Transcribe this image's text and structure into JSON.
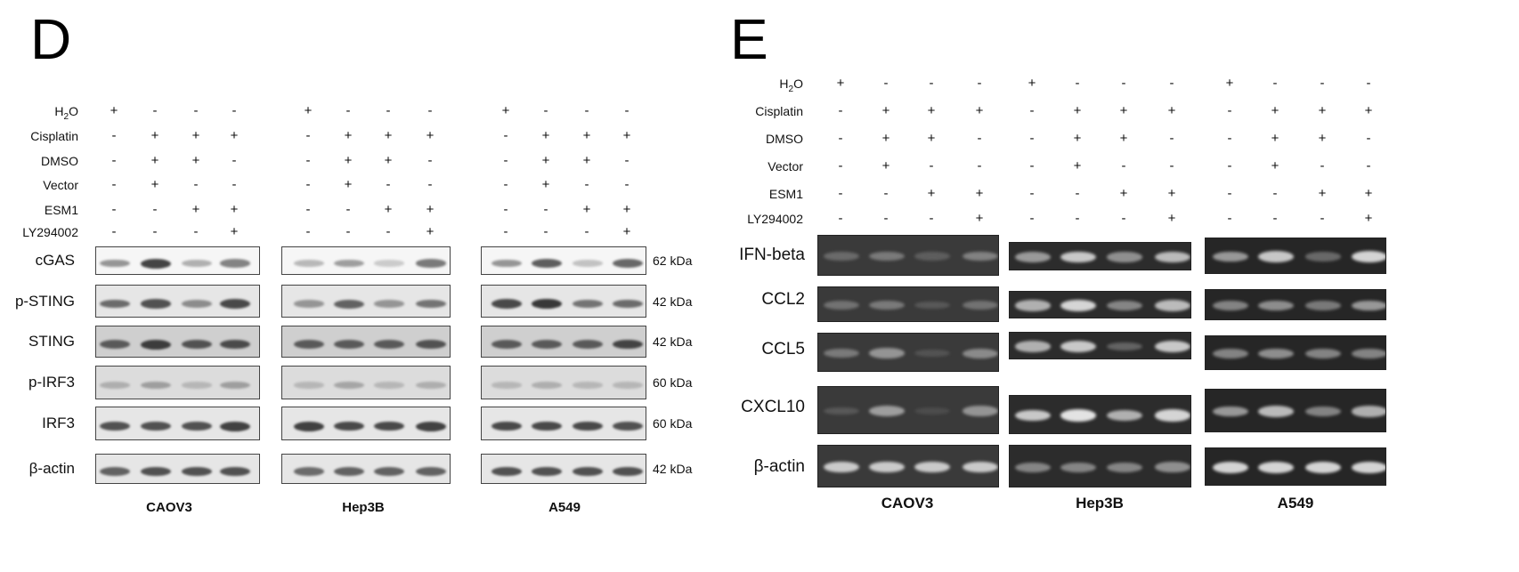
{
  "panel_d": {
    "letter": "D",
    "conditions": [
      {
        "label": "H2O",
        "signs": [
          "+",
          "-",
          "-",
          "-"
        ]
      },
      {
        "label": "Cisplatin",
        "signs": [
          "-",
          "+",
          "+",
          "+"
        ]
      },
      {
        "label": "DMSO",
        "signs": [
          "-",
          "+",
          "+",
          "-"
        ]
      },
      {
        "label": "Vector",
        "signs": [
          "-",
          "+",
          "-",
          "-"
        ]
      },
      {
        "label": "ESM1",
        "signs": [
          "-",
          "-",
          "+",
          "+"
        ]
      },
      {
        "label": "LY294002",
        "signs": [
          "-",
          "-",
          "-",
          "+"
        ]
      }
    ],
    "cell_lines": [
      "CAOV3",
      "Hep3B",
      "A549"
    ],
    "rows": [
      {
        "label": "cGAS",
        "kda": "62 kDa",
        "intensity": [
          [
            0.35,
            0.8,
            0.2,
            0.45
          ],
          [
            0.15,
            0.3,
            0.05,
            0.5
          ],
          [
            0.35,
            0.65,
            0.1,
            0.6
          ]
        ]
      },
      {
        "label": "p-STING",
        "kda": "42 kDa",
        "intensity": [
          [
            0.55,
            0.7,
            0.35,
            0.75
          ],
          [
            0.3,
            0.6,
            0.3,
            0.5
          ],
          [
            0.75,
            0.85,
            0.5,
            0.55
          ]
        ]
      },
      {
        "label": "STING",
        "kda": "42 kDa",
        "intensity": [
          [
            0.6,
            0.8,
            0.65,
            0.7
          ],
          [
            0.6,
            0.6,
            0.6,
            0.65
          ],
          [
            0.6,
            0.6,
            0.6,
            0.75
          ]
        ]
      },
      {
        "label": "p-IRF3",
        "kda": "60 kDa",
        "intensity": [
          [
            0.1,
            0.2,
            0.05,
            0.2
          ],
          [
            0.05,
            0.15,
            0.05,
            0.1
          ],
          [
            0.05,
            0.1,
            0.05,
            0.05
          ]
        ]
      },
      {
        "label": "IRF3",
        "kda": "60 kDa",
        "intensity": [
          [
            0.7,
            0.7,
            0.7,
            0.8
          ],
          [
            0.8,
            0.75,
            0.75,
            0.8
          ],
          [
            0.75,
            0.75,
            0.75,
            0.7
          ]
        ]
      },
      {
        "label": "β-actin",
        "kda": "42 kDa",
        "intensity": [
          [
            0.6,
            0.7,
            0.7,
            0.7
          ],
          [
            0.55,
            0.6,
            0.6,
            0.6
          ],
          [
            0.7,
            0.7,
            0.7,
            0.7
          ]
        ]
      }
    ]
  },
  "panel_e": {
    "letter": "E",
    "conditions": [
      {
        "label": "H2O",
        "signs": [
          "+",
          "-",
          "-",
          "-"
        ]
      },
      {
        "label": "Cisplatin",
        "signs": [
          "-",
          "+",
          "+",
          "+"
        ]
      },
      {
        "label": "DMSO",
        "signs": [
          "-",
          "+",
          "+",
          "-"
        ]
      },
      {
        "label": "Vector",
        "signs": [
          "-",
          "+",
          "-",
          "-"
        ]
      },
      {
        "label": "ESM1",
        "signs": [
          "-",
          "-",
          "+",
          "+"
        ]
      },
      {
        "label": "LY294002",
        "signs": [
          "-",
          "-",
          "-",
          "+"
        ]
      }
    ],
    "cell_lines": [
      "CAOV3",
      "Hep3B",
      "A549"
    ],
    "rows": [
      {
        "label": "IFN-beta",
        "intensity": [
          [
            0.3,
            0.4,
            0.2,
            0.45
          ],
          [
            0.6,
            0.8,
            0.55,
            0.75
          ],
          [
            0.6,
            0.8,
            0.35,
            0.85
          ]
        ]
      },
      {
        "label": "CCL2",
        "intensity": [
          [
            0.35,
            0.4,
            0.15,
            0.35
          ],
          [
            0.7,
            0.85,
            0.5,
            0.75
          ],
          [
            0.5,
            0.55,
            0.45,
            0.6
          ]
        ]
      },
      {
        "label": "CCL5",
        "intensity": [
          [
            0.4,
            0.55,
            0.1,
            0.5
          ],
          [
            0.7,
            0.8,
            0.3,
            0.8
          ],
          [
            0.5,
            0.55,
            0.5,
            0.5
          ]
        ]
      },
      {
        "label": "CXCL10",
        "intensity": [
          [
            0.15,
            0.6,
            0.03,
            0.55
          ],
          [
            0.8,
            0.9,
            0.7,
            0.85
          ],
          [
            0.6,
            0.75,
            0.5,
            0.7
          ]
        ]
      },
      {
        "label": "β-actin",
        "intensity": [
          [
            0.8,
            0.8,
            0.8,
            0.8
          ],
          [
            0.5,
            0.5,
            0.5,
            0.55
          ],
          [
            0.85,
            0.85,
            0.85,
            0.85
          ]
        ]
      }
    ]
  }
}
